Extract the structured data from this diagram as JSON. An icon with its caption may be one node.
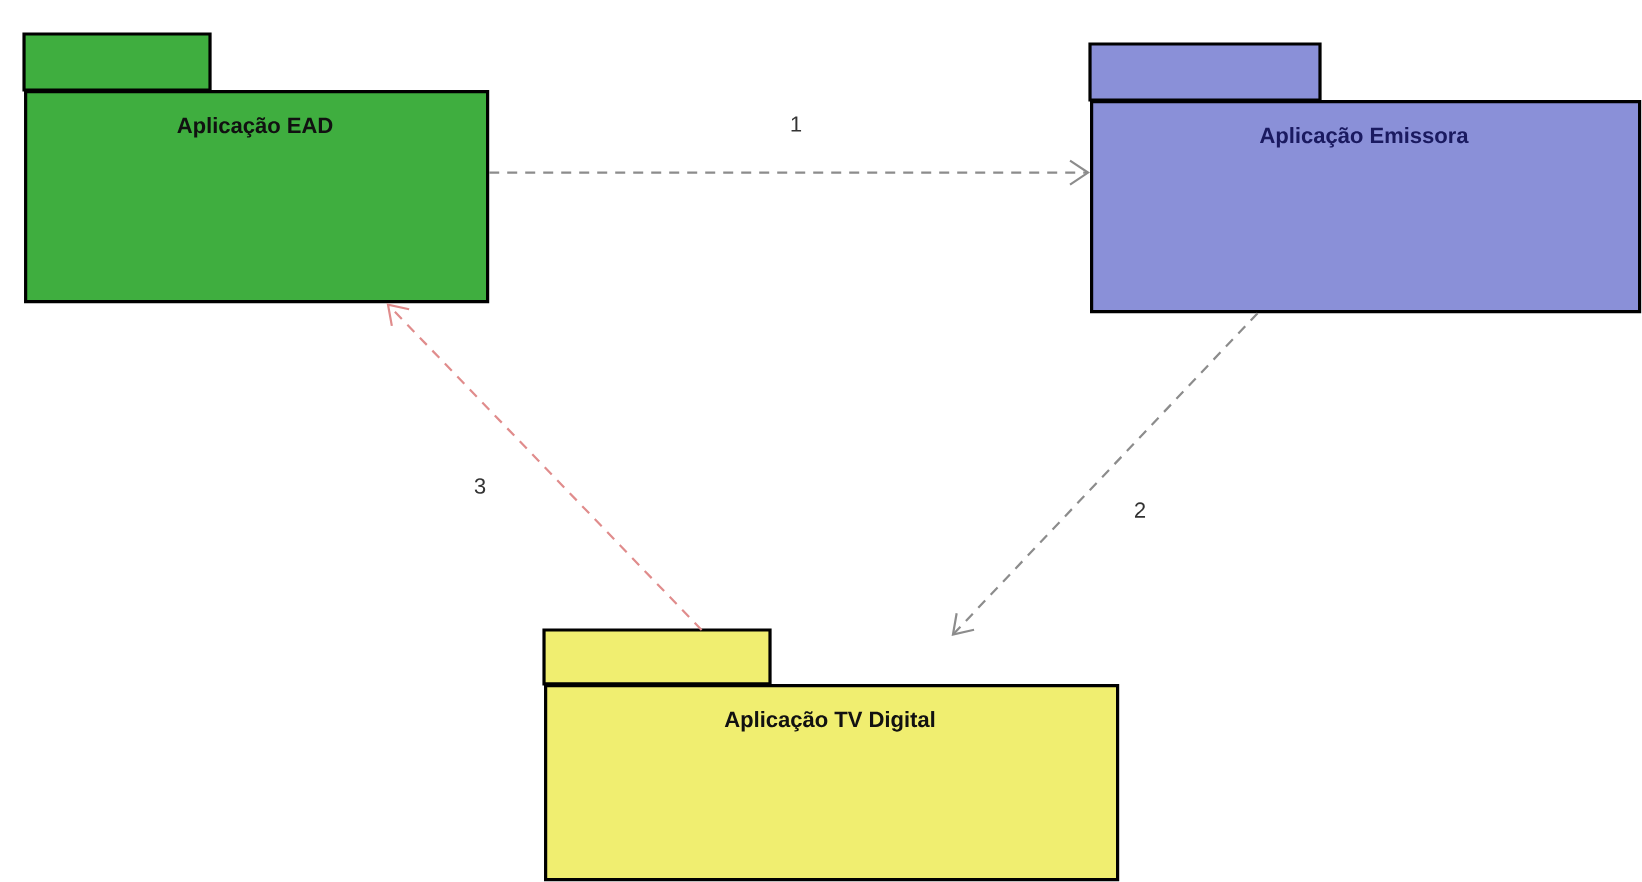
{
  "diagram": {
    "nodes": [
      {
        "text": [
          "Aplicação EAD"
        ]
      },
      {
        "text": [
          "Aplicação Emissora"
        ]
      },
      {
        "text": [
          "Aplicação TV Digital"
        ]
      }
    ],
    "edges": [
      {
        "from": 0,
        "to": 1,
        "arrow": "to",
        "label": "1",
        "style": "dashed"
      },
      {
        "from": 1,
        "to": 2,
        "arrow": "to",
        "label": "2",
        "style": "dashed"
      },
      {
        "from": 2,
        "to": 0,
        "arrow": "to",
        "label": "3",
        "style": "dashed",
        "color": "#e08c8c"
      }
    ]
  }
}
